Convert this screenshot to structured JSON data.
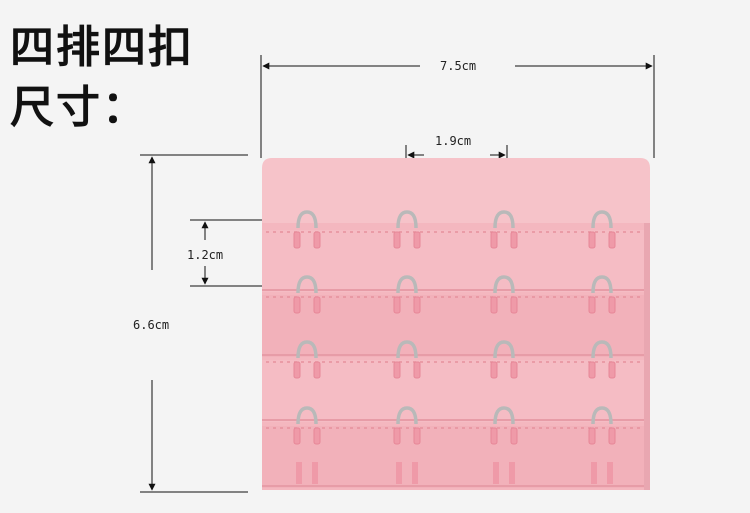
{
  "header": {
    "line1": "四排四扣",
    "line2": "尺寸："
  },
  "dimensions": {
    "width": "7.5cm",
    "height": "6.6cm",
    "hook_spacing": "1.9cm",
    "row_spacing": "1.2cm"
  },
  "product": {
    "rows": 4,
    "columns": 4,
    "fabric_color": "#f4b7bf",
    "top_panel_color": "#f6c3c9",
    "hook_color": "#b9b9b9"
  }
}
